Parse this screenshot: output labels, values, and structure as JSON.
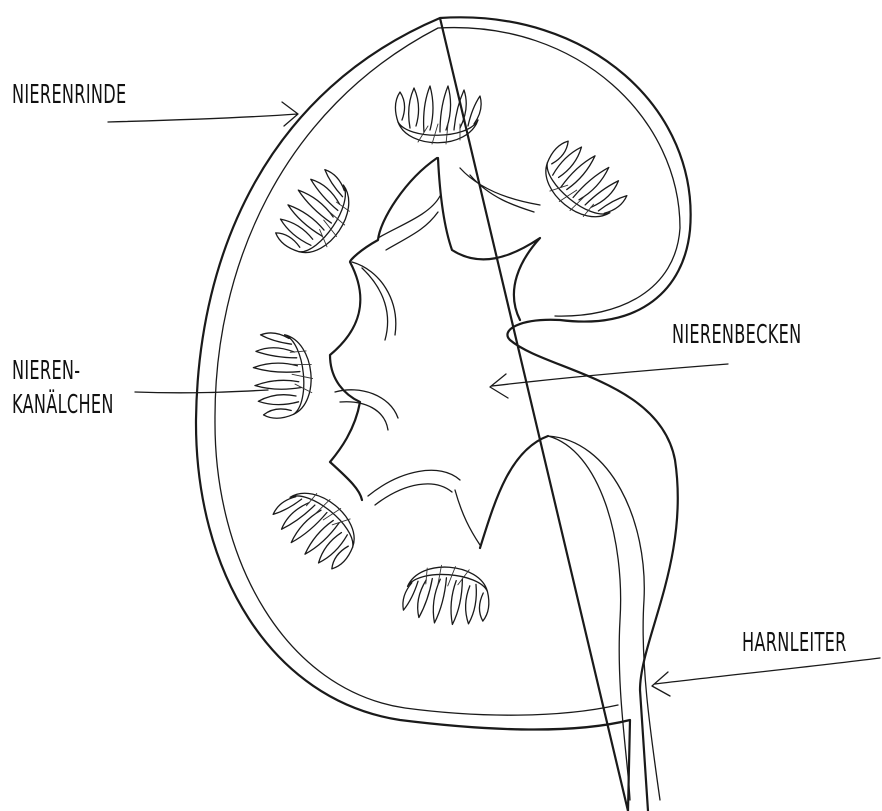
{
  "diagram": {
    "labels": {
      "nierenrinde": "NIERENRINDE",
      "nierenkanaelchen_line1": "NIEREN-",
      "nierenkanaelchen_line2": "KANÄLCHEN",
      "nierenbecken": "NIERENBECKEN",
      "harnleiter": "HARNLEITER"
    },
    "stroke_color": "#1a1a1a",
    "background": "#ffffff"
  }
}
